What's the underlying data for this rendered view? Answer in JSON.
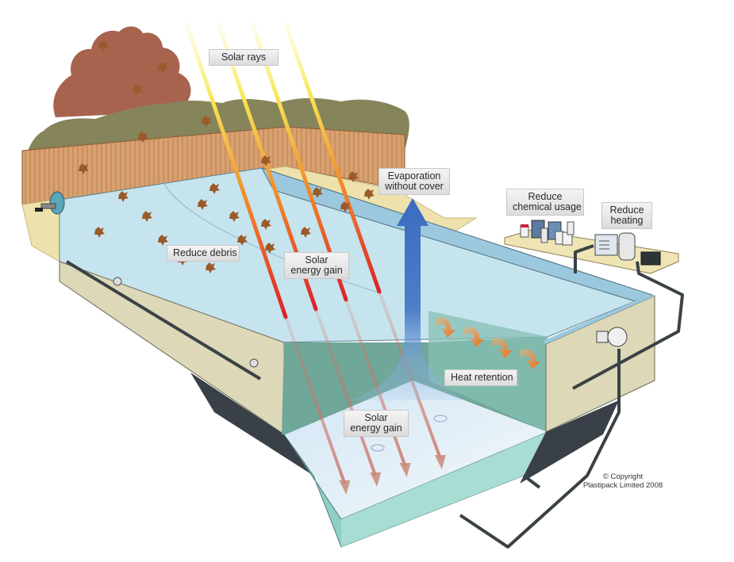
{
  "diagram": {
    "title": "Pool cover benefits illustration",
    "labels": {
      "solar_rays": "Solar rays",
      "evaporation": [
        "Evaporation",
        "without cover"
      ],
      "reduce_chemical": [
        "Reduce",
        "chemical usage"
      ],
      "reduce_heating": [
        "Reduce",
        "heating"
      ],
      "reduce_debris": "Reduce debris",
      "solar_gain_top": [
        "Solar",
        "energy gain"
      ],
      "heat_retention": "Heat retention",
      "solar_gain_bottom": [
        "Solar",
        "energy gain"
      ]
    },
    "copyright": [
      "© Copyright",
      "Plastipack Limited 2008"
    ],
    "colors": {
      "tree": "#a8634f",
      "hedge": "#86845a",
      "fence": "#d9a070",
      "deck": "#eee2ac",
      "cover": "#c6e4ee",
      "water_side": "#6fa799",
      "water_floor": "#e4f0f6",
      "wall": "#dcd8b8",
      "soil": "#3a4048",
      "ray_start": "#f8ee6a",
      "ray_end": "#e0262a",
      "evaporation_arrow": "#3f6fc0",
      "heat_arrow": "#f07a20",
      "pipe": "#3b4246"
    }
  }
}
